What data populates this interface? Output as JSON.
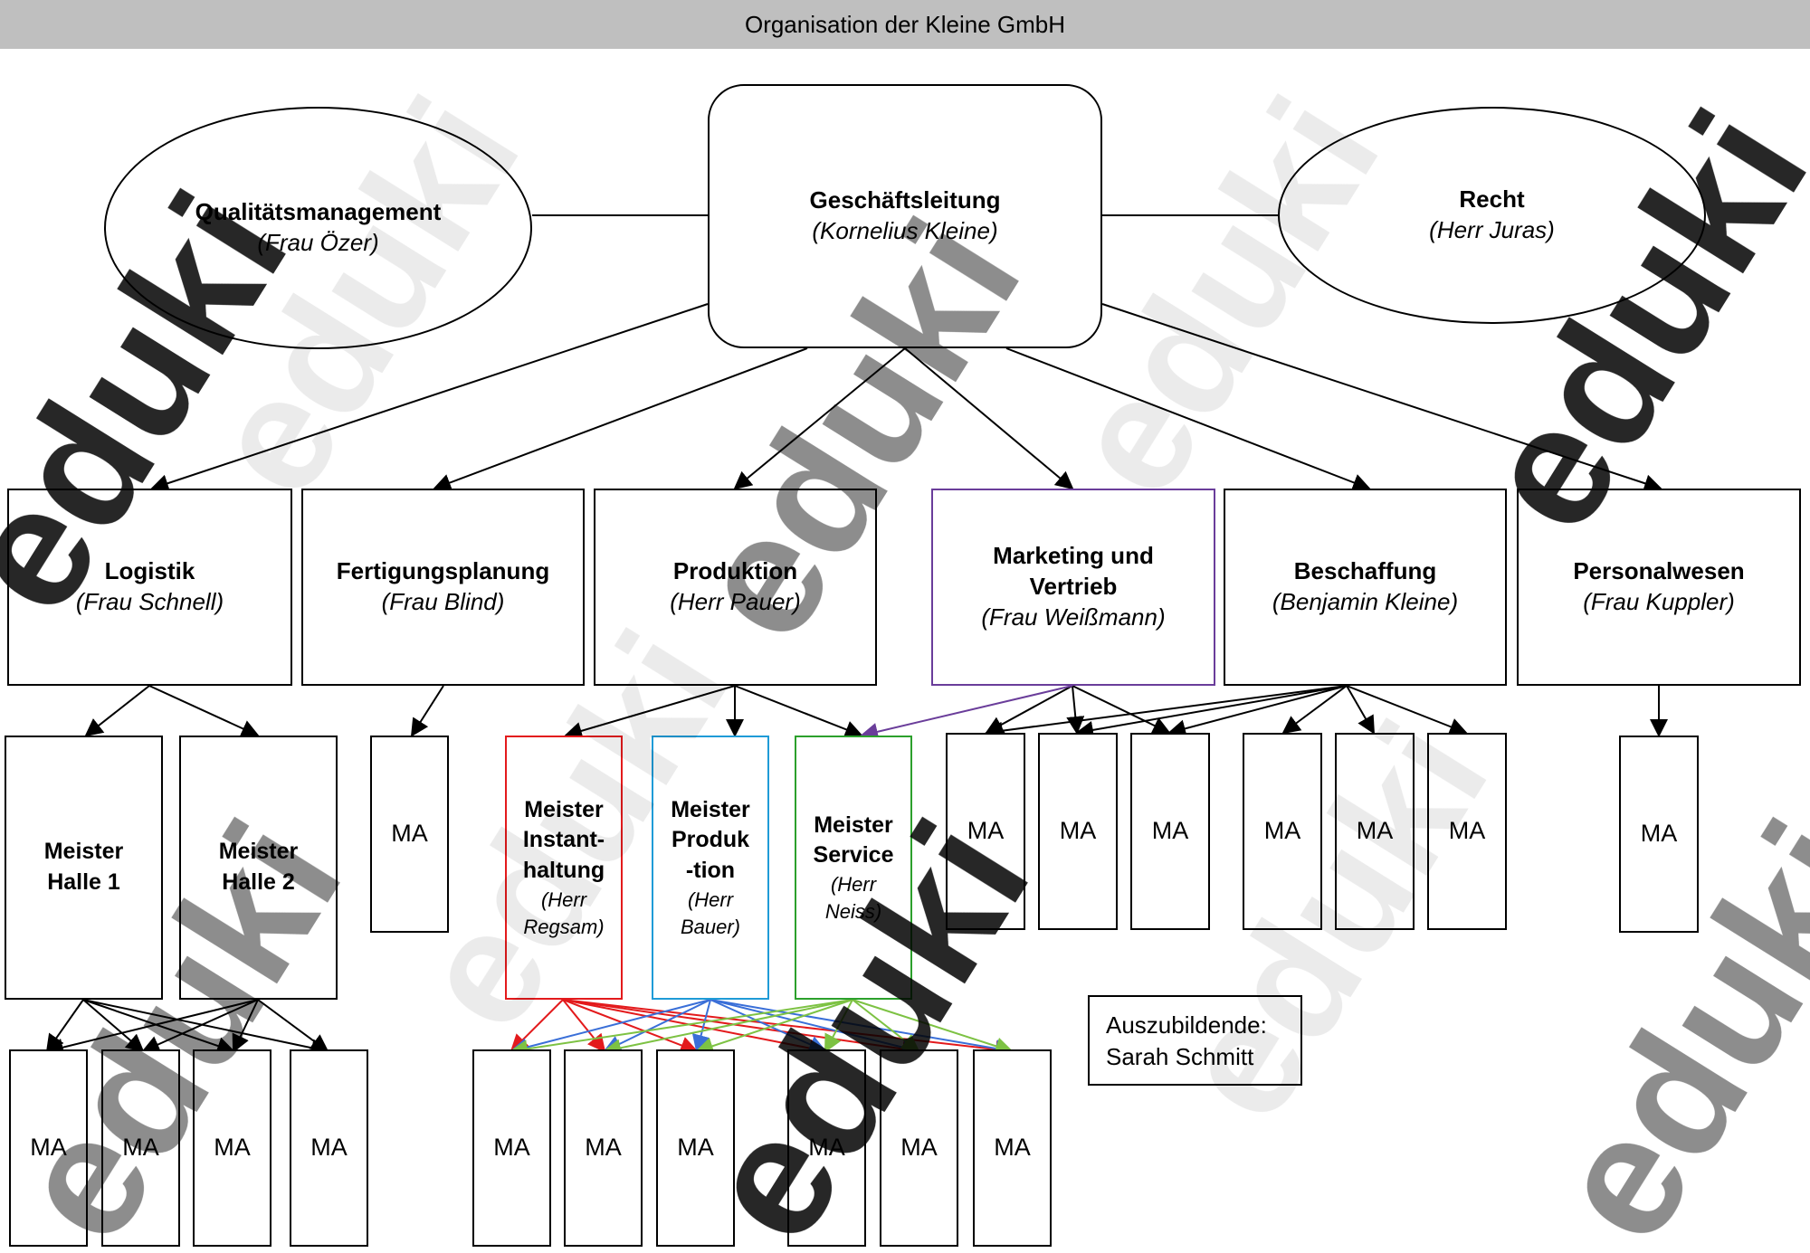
{
  "header": {
    "title": "Organisation der Kleine GmbH"
  },
  "top": {
    "qm": {
      "name": "Qualitätsmanagement",
      "person": "(Frau Özer)"
    },
    "gl": {
      "name": "Geschäftsleitung",
      "person": "(Kornelius Kleine)"
    },
    "recht": {
      "name": "Recht",
      "person": "(Herr Juras)"
    }
  },
  "departments": {
    "logistik": {
      "name": "Logistik",
      "person": "(Frau Schnell)"
    },
    "fertigung": {
      "name": "Fertigungsplanung",
      "person": "(Frau Blind)"
    },
    "produktion": {
      "name": "Produktion",
      "person": "(Herr Pauer)"
    },
    "marketing": {
      "name": "Marketing und Vertrieb",
      "person": "(Frau Weißmann)"
    },
    "beschaffung": {
      "name": "Beschaffung",
      "person": "(Benjamin Kleine)"
    },
    "personal": {
      "name": "Personalwesen",
      "person": "(Frau Kuppler)"
    }
  },
  "meister": {
    "halle1": {
      "name": "Meister Halle 1"
    },
    "halle2": {
      "name": "Meister Halle 2"
    },
    "instand": {
      "name": "Meister Instant-haltung",
      "person": "(Herr Regsam)"
    },
    "prod": {
      "name": "Meister Produk -tion",
      "person": "(Herr Bauer)"
    },
    "service": {
      "name": "Meister Service",
      "person": "(Herr Neiss)"
    }
  },
  "staff_label": "MA",
  "trainee_note": {
    "line1": "Auszubildende:",
    "line2": "Sarah Schmitt"
  },
  "watermark": "eduki",
  "colors": {
    "instand": "#e31a1c",
    "prod": "#1f9bd7",
    "service": "#2ca02c",
    "marketing": "#6a3d9a",
    "title_bg": "#bfbfbf"
  }
}
